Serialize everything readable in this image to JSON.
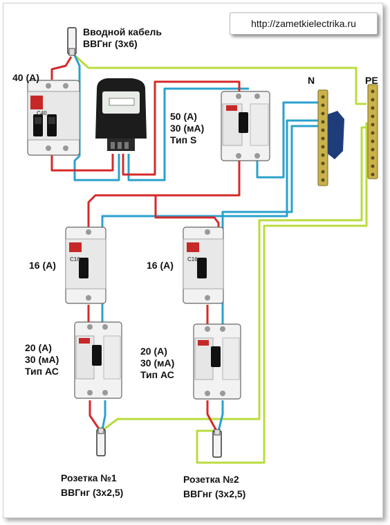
{
  "watermark_url": "http://zametkielectrika.ru",
  "labels": {
    "input_cable_title": "Вводной кабель",
    "input_cable_spec": "ВВГнг (3х6)",
    "main_breaker": "40 (А)",
    "rcd_main_current": "50 (А)",
    "rcd_main_leak": "30 (мА)",
    "rcd_main_type": "Тип S",
    "bus_n": "N",
    "bus_pe": "PE",
    "breaker1": "16 (А)",
    "breaker2": "16 (А)",
    "rcd1_current": "20 (А)",
    "rcd1_leak": "30 (мА)",
    "rcd1_type": "Тип АС",
    "rcd2_current": "20 (А)",
    "rcd2_leak": "30 (мА)",
    "rcd2_type": "Тип АС",
    "socket1_title": "Розетка №1",
    "socket1_spec": "ВВГнг (3х2,5)",
    "socket2_title": "Розетка №2",
    "socket2_spec": "ВВГнг (3х2,5)",
    "device_40_rating": "C40",
    "device_16_rating_1": "C16",
    "device_16_rating_2": "C16"
  },
  "colors": {
    "phase": "#d42a2a",
    "neutral": "#2aa0cc",
    "ground": "#b8dc3c"
  }
}
